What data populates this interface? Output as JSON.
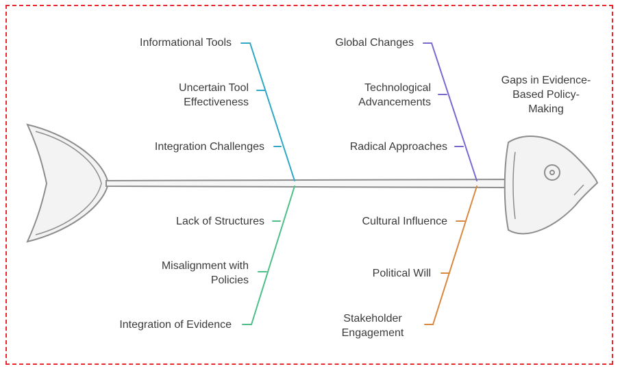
{
  "title": "Gaps in Evidence-\nBased Policy-\nMaking",
  "colors": {
    "frame": "#e8262b",
    "branch_top_left": "#2ea7c6",
    "branch_top_right": "#7a68cf",
    "branch_bottom_left": "#4bbf86",
    "branch_bottom_right": "#d8883e",
    "fish": "#8c8c8c"
  },
  "causes": {
    "top_left": [
      "Informational Tools",
      "Uncertain Tool\nEffectiveness",
      "Integration Challenges"
    ],
    "top_right": [
      "Global Changes",
      "Technological\nAdvancements",
      "Radical Approaches"
    ],
    "bottom_left": [
      "Lack of Structures",
      "Misalignment with\nPolicies",
      "Integration of Evidence"
    ],
    "bottom_right": [
      "Cultural Influence",
      "Political Will",
      "Stakeholder\nEngagement"
    ]
  }
}
